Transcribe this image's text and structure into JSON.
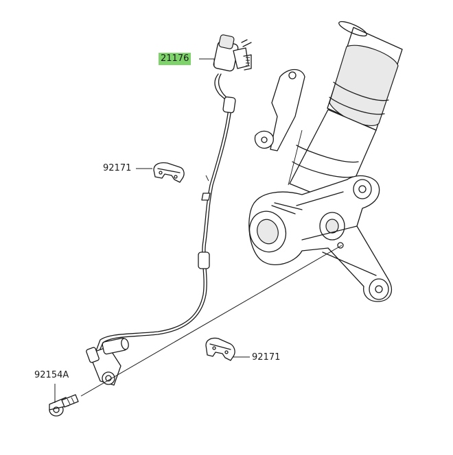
{
  "parts": {
    "sensor": "21176",
    "clamp_upper": "92171",
    "clamp_lower": "92171",
    "bolt": "92154A"
  },
  "colors": {
    "highlight": "#7ed36b",
    "line": "#1a1a1a"
  }
}
